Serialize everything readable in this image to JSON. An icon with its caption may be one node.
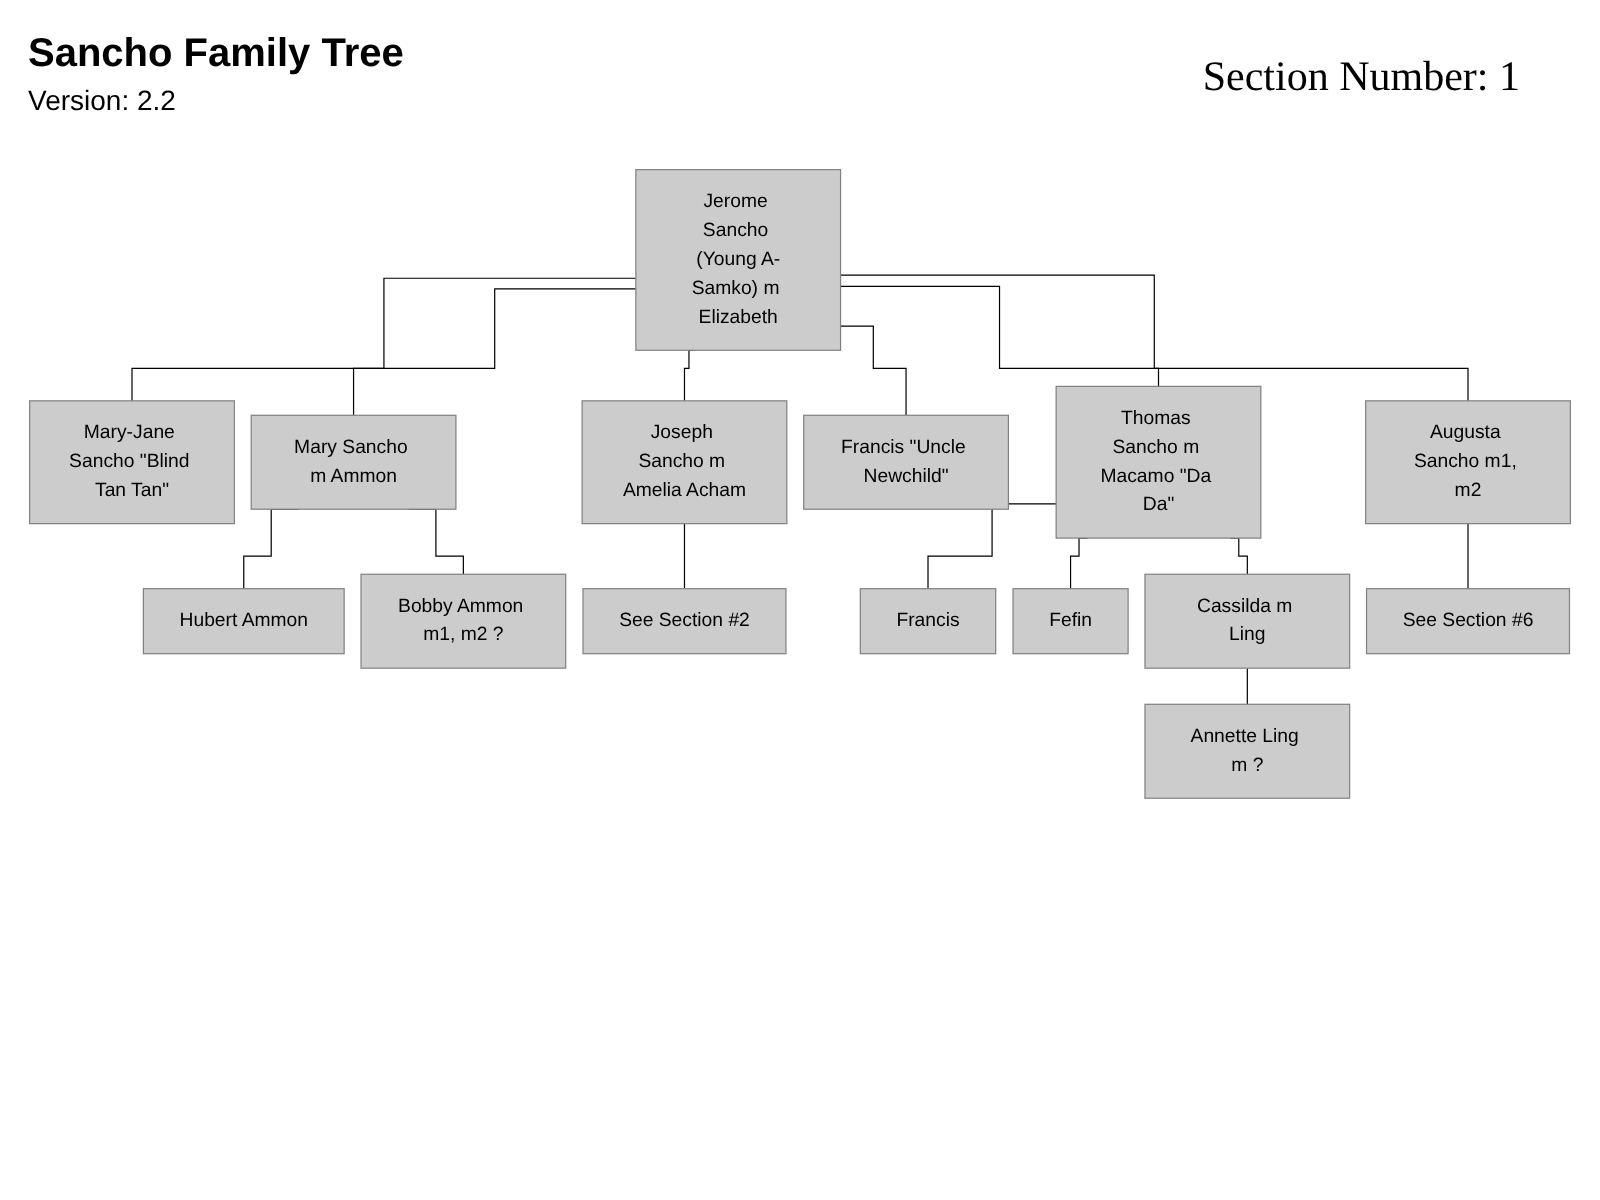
{
  "diagram": {
    "title": "Sancho Family Tree",
    "nodes": [
      {
        "text": [
          "Jerome Sancho (Young A-Samko) m Elizabeth"
        ]
      },
      {
        "text": [
          "Mary-Jane Sancho \"Blind Tan Tan\""
        ]
      },
      {
        "text": [
          "Mary Sancho m Ammon"
        ]
      },
      {
        "text": [
          "Joseph Sancho m Amelia Acham"
        ]
      },
      {
        "text": [
          "Francis \"Uncle Newchild\""
        ]
      },
      {
        "text": [
          "Thomas Sancho m Macamo \"Da Da\""
        ]
      },
      {
        "text": [
          "Augusta Sancho m1, m2"
        ]
      },
      {
        "text": [
          "Hubert Ammon"
        ]
      },
      {
        "text": [
          "Bobby Ammon m1, m2 ?"
        ]
      },
      {
        "text": [
          "See Section #2"
        ]
      },
      {
        "text": [
          "Francis"
        ]
      },
      {
        "text": [
          "Fefin"
        ]
      },
      {
        "text": [
          "Cassilda m Ling"
        ]
      },
      {
        "text": [
          "See Section #6"
        ]
      },
      {
        "text": [
          "Annette Ling m ?"
        ]
      }
    ],
    "edges": [
      {
        "from": 0,
        "to": 1,
        "arrow": "none"
      },
      {
        "from": 0,
        "to": 2,
        "arrow": "none"
      },
      {
        "from": 0,
        "to": 3,
        "arrow": "none"
      },
      {
        "from": 0,
        "to": 4,
        "arrow": "none"
      },
      {
        "from": 0,
        "to": 5,
        "arrow": "none"
      },
      {
        "from": 0,
        "to": 6,
        "arrow": "none"
      },
      {
        "from": 2,
        "to": 7,
        "arrow": "none"
      },
      {
        "from": 2,
        "to": 8,
        "arrow": "none"
      },
      {
        "from": 3,
        "to": 9,
        "arrow": "none"
      },
      {
        "from": 5,
        "to": 10,
        "arrow": "none"
      },
      {
        "from": 5,
        "to": 11,
        "arrow": "none"
      },
      {
        "from": 5,
        "to": 12,
        "arrow": "none"
      },
      {
        "from": 6,
        "to": 13,
        "arrow": "none"
      },
      {
        "from": 12,
        "to": 14,
        "arrow": "none"
      }
    ],
    "labels": [
      "Version: 2.2",
      "Section Number: 1"
    ]
  }
}
